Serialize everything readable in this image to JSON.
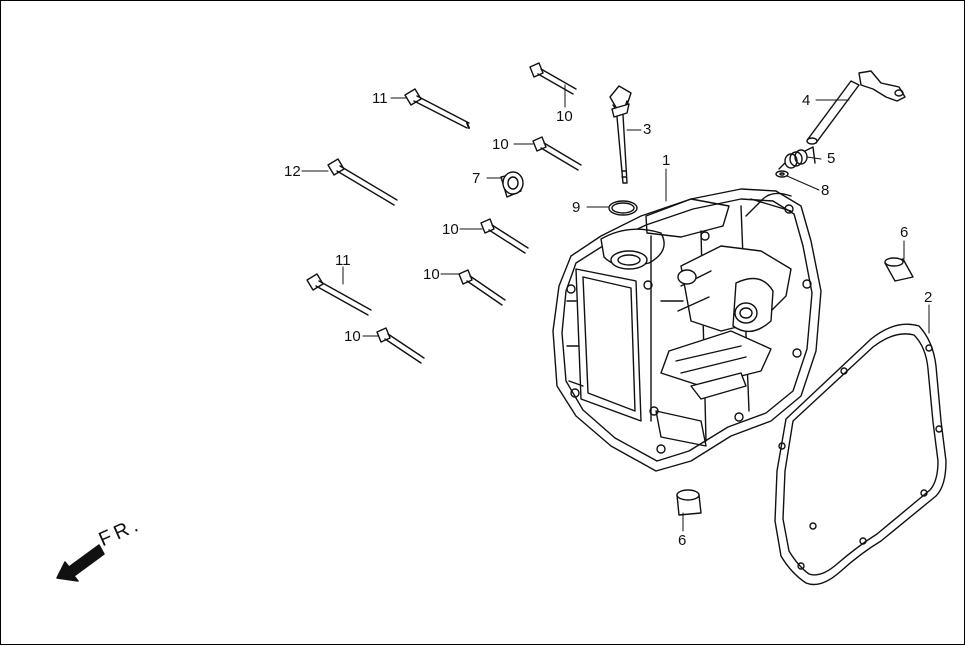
{
  "diagram": {
    "callouts": [
      {
        "id": "c1",
        "text": "1"
      },
      {
        "id": "c2",
        "text": "2"
      },
      {
        "id": "c3",
        "text": "3"
      },
      {
        "id": "c4",
        "text": "4"
      },
      {
        "id": "c5",
        "text": "5"
      },
      {
        "id": "c6a",
        "text": "6"
      },
      {
        "id": "c6b",
        "text": "6"
      },
      {
        "id": "c7",
        "text": "7"
      },
      {
        "id": "c8",
        "text": "8"
      },
      {
        "id": "c9",
        "text": "9"
      },
      {
        "id": "c10a",
        "text": "10"
      },
      {
        "id": "c10b",
        "text": "10"
      },
      {
        "id": "c10c",
        "text": "10"
      },
      {
        "id": "c10d",
        "text": "10"
      },
      {
        "id": "c10e",
        "text": "10"
      },
      {
        "id": "c11a",
        "text": "11"
      },
      {
        "id": "c11b",
        "text": "11"
      },
      {
        "id": "c12",
        "text": "12"
      }
    ],
    "direction_label": "FR.",
    "colors": {
      "line": "#111111",
      "fill": "#ffffff",
      "shade": "#d9d9d9",
      "arrow": "#111111"
    }
  }
}
